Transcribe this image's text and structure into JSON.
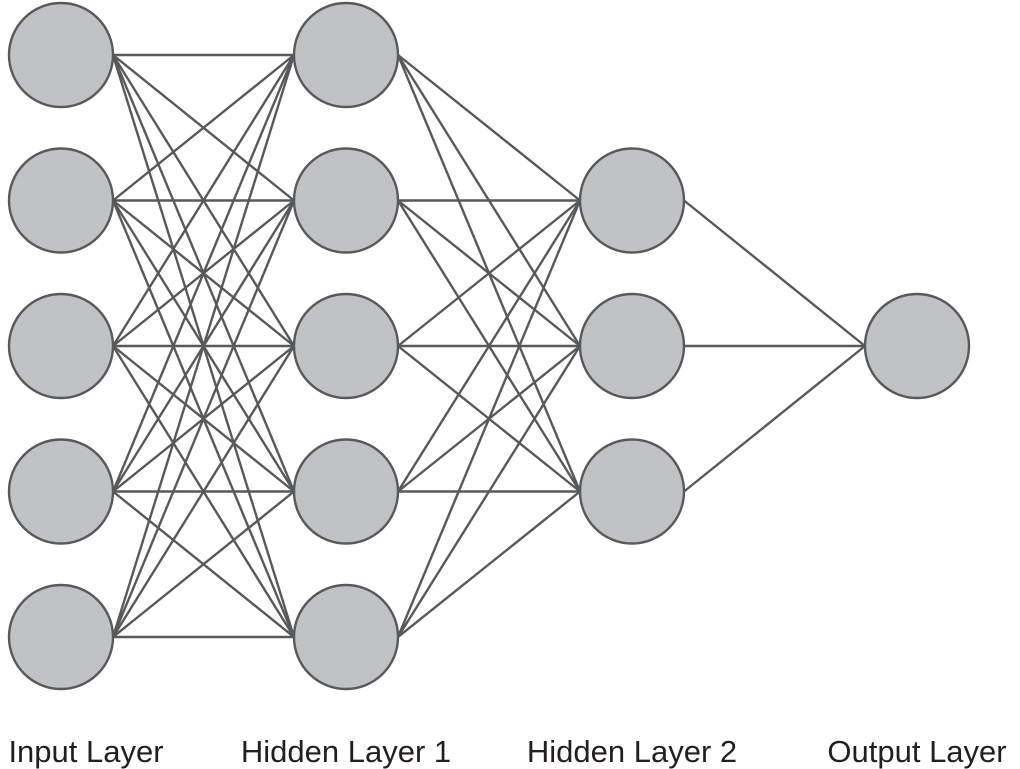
{
  "diagram": {
    "colors": {
      "node_fill": "#c1c2c4",
      "node_stroke": "#58595b",
      "edge": "#58595b",
      "label": "#231f20"
    },
    "connectivity": "fully-connected between adjacent layers",
    "layers": [
      {
        "label": "Input Layer",
        "node_count": 5
      },
      {
        "label": "Hidden Layer 1",
        "node_count": 5
      },
      {
        "label": "Hidden Layer 2",
        "node_count": 3
      },
      {
        "label": "Output Layer",
        "node_count": 1
      }
    ]
  }
}
